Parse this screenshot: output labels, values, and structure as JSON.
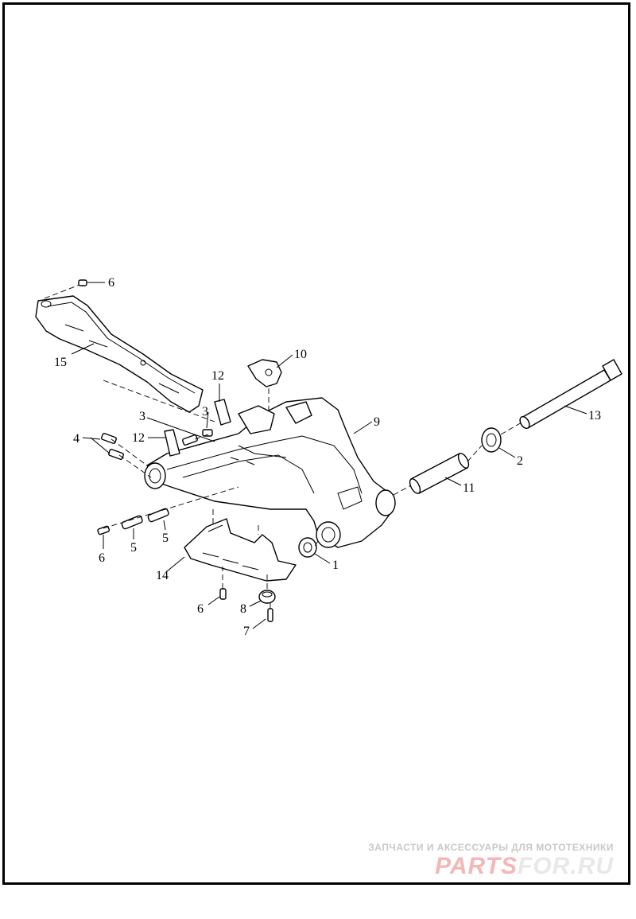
{
  "callouts": {
    "c1": "1",
    "c2": "2",
    "c3a": "3",
    "c3b": "3",
    "c4": "4",
    "c5a": "5",
    "c5b": "5",
    "c6a": "6",
    "c6b": "6",
    "c6c": "6",
    "c7": "7",
    "c8": "8",
    "c9": "9",
    "c10": "10",
    "c11": "11",
    "c12a": "12",
    "c12b": "12",
    "c13": "13",
    "c14": "14",
    "c15": "15"
  },
  "watermark": {
    "tagline": "ЗАПЧАСТИ И АКСЕССУАРЫ ДЛЯ МОТОТЕХНИКИ",
    "brand_main": "PARTS",
    "brand_sub": "FOR.RU",
    "brand_color": "#f4b6b6",
    "brand_color_2": "#e8e8e8"
  }
}
